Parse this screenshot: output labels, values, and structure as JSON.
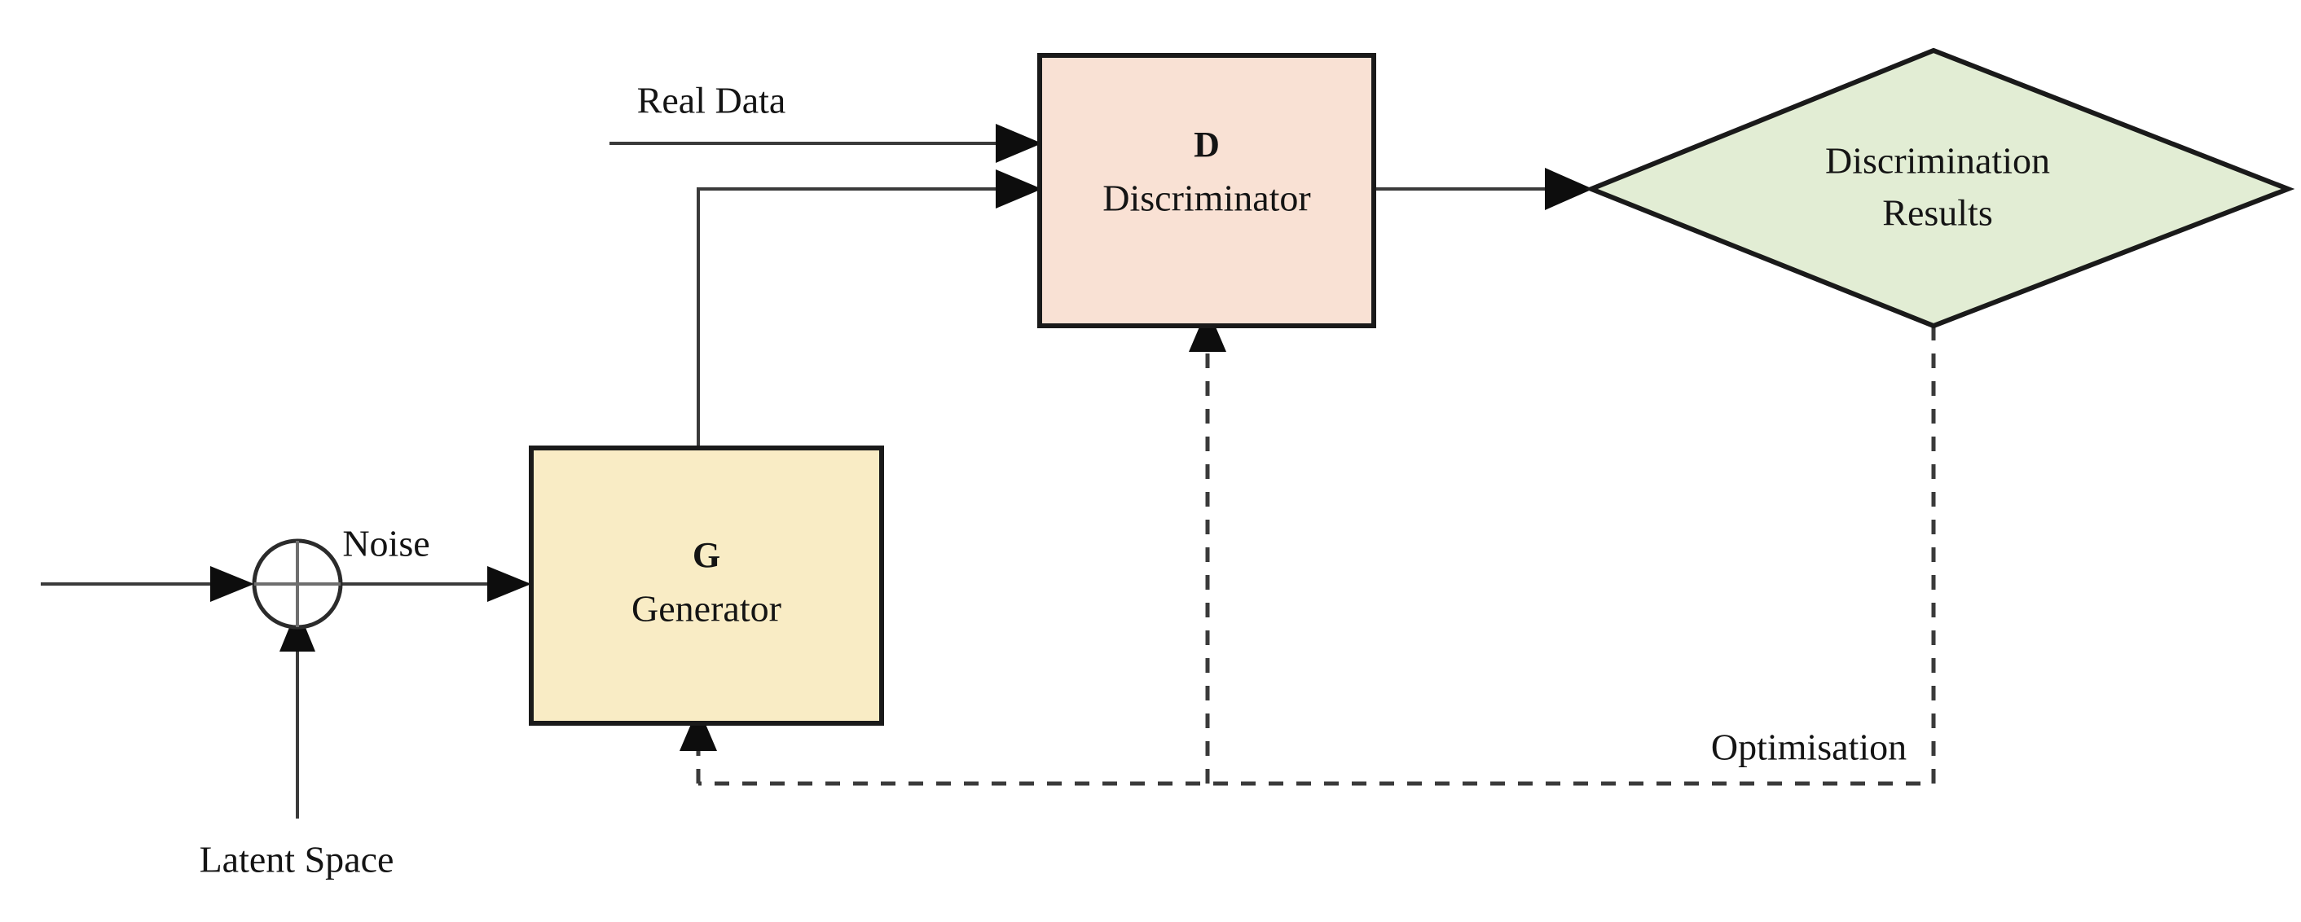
{
  "diagram": {
    "title": "GAN Architecture Flow Diagram",
    "background_color": "#ffffff",
    "nodes": {
      "sum_node": {
        "name": "summation-node",
        "shape": "circle",
        "label": "",
        "fill": "#ffffff",
        "stroke": "#2b2b2b"
      },
      "generator": {
        "name": "generator-box",
        "shape": "rectangle",
        "symbol": "G",
        "label": "Generator",
        "fill": "#f9ecc5",
        "stroke": "#141414"
      },
      "discriminator": {
        "name": "discriminator-box",
        "shape": "rectangle",
        "symbol": "D",
        "label": "Discriminator",
        "fill": "#f9e1d4",
        "stroke": "#141414"
      },
      "results": {
        "name": "discrimination-results-diamond",
        "shape": "diamond",
        "label_line1": "Discrimination",
        "label_line2": "Results",
        "fill": "#e2edd4",
        "stroke": "#1a1a1a"
      }
    },
    "edge_labels": {
      "noise": "Noise",
      "latent_space": "Latent Space",
      "real_data": "Real Data",
      "optimisation": "Optimisation"
    },
    "edges": [
      {
        "name": "noise-to-sum",
        "from": "Noise",
        "to": "summation-node",
        "style": "solid",
        "arrow": true
      },
      {
        "name": "latent-space-to-sum",
        "from": "Latent Space",
        "to": "summation-node",
        "style": "solid",
        "arrow": true
      },
      {
        "name": "sum-to-generator",
        "from": "summation-node",
        "to": "Generator",
        "style": "solid",
        "arrow": true
      },
      {
        "name": "real-data-to-discriminator",
        "from": "Real Data",
        "to": "Discriminator",
        "style": "solid",
        "arrow": true
      },
      {
        "name": "generator-to-discriminator",
        "from": "Generator",
        "to": "Discriminator",
        "style": "solid",
        "arrow": true
      },
      {
        "name": "discriminator-to-results",
        "from": "Discriminator",
        "to": "Discrimination Results",
        "style": "solid",
        "arrow": true
      },
      {
        "name": "results-to-discriminator-optimisation",
        "from": "Discrimination Results",
        "to": "Discriminator",
        "style": "dashed",
        "arrow": true
      },
      {
        "name": "results-to-generator-optimisation",
        "from": "Discrimination Results",
        "to": "Generator",
        "style": "dashed",
        "arrow": true
      }
    ]
  }
}
